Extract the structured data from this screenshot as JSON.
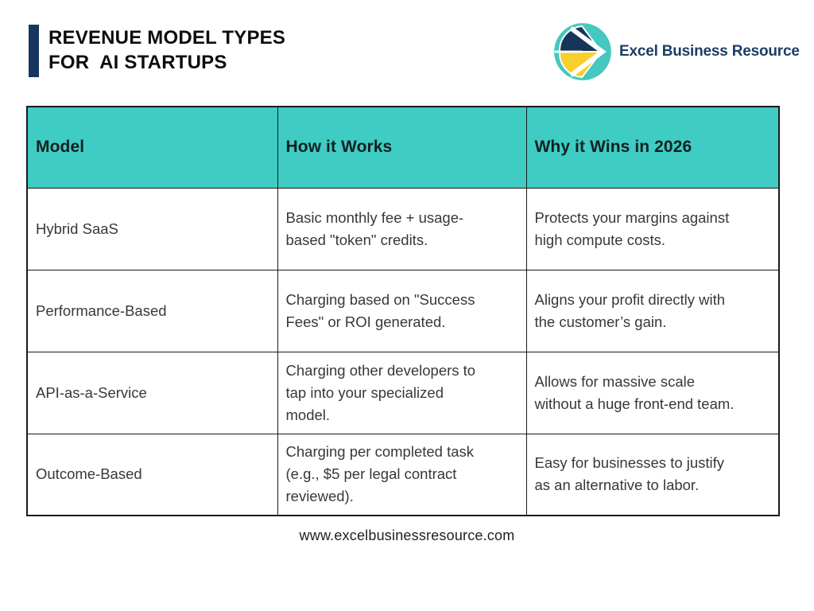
{
  "header": {
    "title": "REVENUE MODEL TYPES\nFOR  AI STARTUPS",
    "brand": "Excel Business Resource"
  },
  "colors": {
    "accent_teal": "#3ECCC3",
    "brand_navy": "#16365F",
    "logo_teal": "#44C8BF",
    "logo_navy": "#16355B",
    "logo_yellow": "#F8D02C",
    "table_border": "#1a1a1a"
  },
  "table": {
    "columns": [
      "Model",
      "How it Works",
      "Why it Wins in 2026"
    ],
    "rows": [
      {
        "model": "Hybrid SaaS",
        "how": "Basic monthly fee + usage-\nbased \"token\" credits.",
        "why": "Protects your margins against\nhigh compute costs."
      },
      {
        "model": "Performance-Based",
        "how": "Charging based on \"Success\nFees\" or ROI generated.",
        "why": "Aligns your profit directly with\nthe customer’s gain."
      },
      {
        "model": "API-as-a-Service",
        "how": "Charging other developers to\ntap into your specialized\nmodel.",
        "why": "Allows for massive scale\nwithout a huge front-end team."
      },
      {
        "model": "Outcome-Based",
        "how": "Charging per completed task\n(e.g., $5 per legal contract\nreviewed).",
        "why": "Easy for businesses to justify\nas an alternative to labor."
      }
    ]
  },
  "footer": {
    "url": "www.excelbusinessresource.com"
  },
  "icons": {
    "logo": "excel-business-resource-logo"
  }
}
